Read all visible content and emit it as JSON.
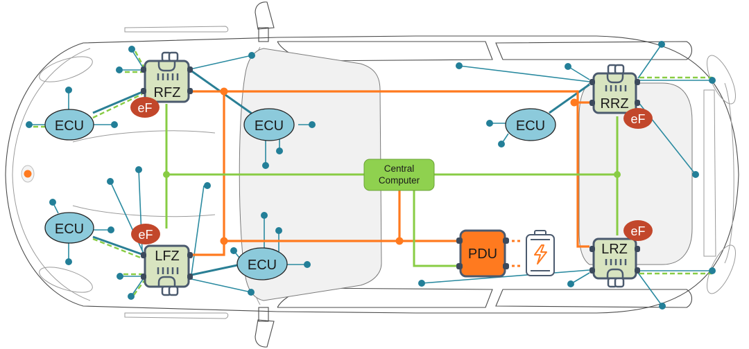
{
  "diagram": {
    "title": "Zonal vehicle E/E architecture",
    "central_computer": {
      "line1": "Central",
      "line2": "Computer"
    },
    "pdu": {
      "label": "PDU"
    },
    "battery": {
      "icon": "battery-charging-icon"
    },
    "zones": [
      {
        "id": "rfz",
        "label": "RFZ",
        "badge": "eF"
      },
      {
        "id": "lfz",
        "label": "LFZ",
        "badge": "eF"
      },
      {
        "id": "rrz",
        "label": "RRZ",
        "badge": "eF"
      },
      {
        "id": "lrz",
        "label": "LRZ",
        "badge": "eF"
      }
    ],
    "ecus": [
      {
        "id": "ecu-front-right",
        "label": "ECU"
      },
      {
        "id": "ecu-front-left",
        "label": "ECU"
      },
      {
        "id": "ecu-mid-right",
        "label": "ECU"
      },
      {
        "id": "ecu-mid-left",
        "label": "ECU"
      },
      {
        "id": "ecu-rear-right",
        "label": "ECU"
      }
    ],
    "legend_colors": {
      "power": "#ff7a1f",
      "ethernet": "#88cc44",
      "signal": "#2a8aa0",
      "zone_fill": "#d8e4c0",
      "ecu_fill": "#8ccadb",
      "efuse_badge": "#c2472b",
      "pdu_fill": "#ff7a1f",
      "central_fill": "#8fd14f"
    }
  }
}
